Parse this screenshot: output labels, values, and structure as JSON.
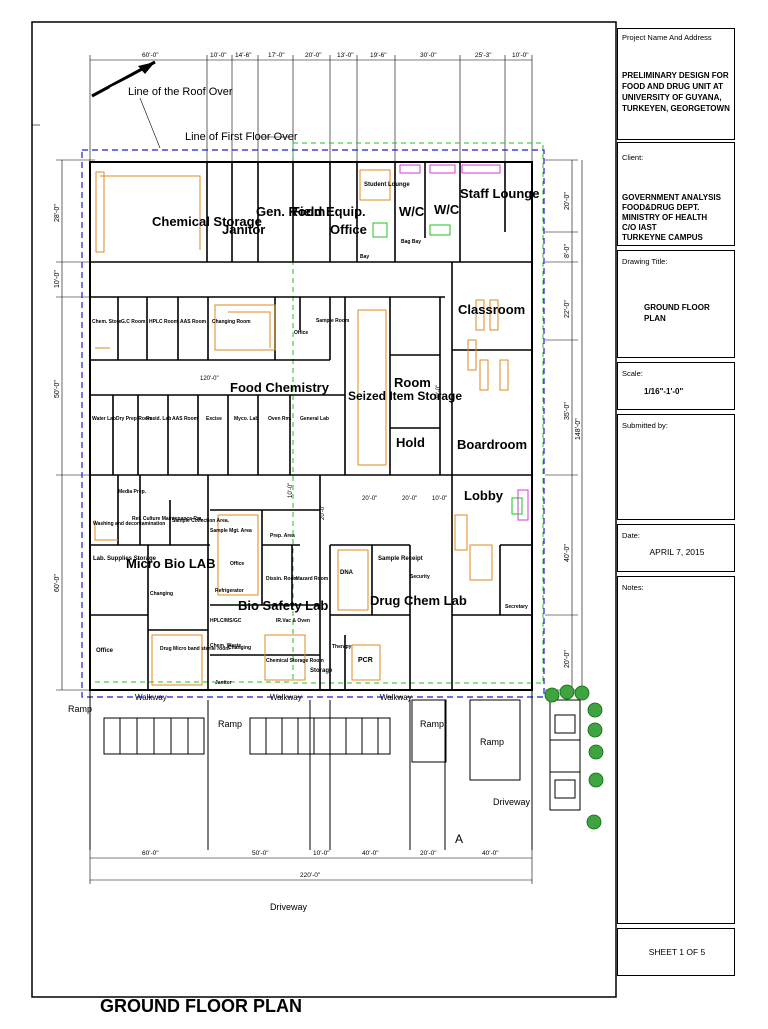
{
  "title_block": {
    "project_label": "Project Name And Address",
    "project_lines": [
      "PRELIMINARY DESIGN FOR",
      "FOOD AND DRUG UNIT AT",
      "UNIVERSITY OF GUYANA,",
      "TURKEYEN, GEORGETOWN"
    ],
    "client_label": "Client:",
    "client_lines": [
      "GOVERNMENT ANALYSIS",
      "FOOD&DRUG DEPT.",
      "MINISTRY OF HEALTH",
      "C/O IAST",
      "TURKEYNE CAMPUS"
    ],
    "drawing_title_label": "Drawing Title:",
    "drawing_title_lines": [
      "GROUND FLOOR",
      "PLAN"
    ],
    "scale_label": "Scale:",
    "scale_value": "1/16\"-1'-0\"",
    "submitted_label": "Submitted by:",
    "date_label": "Date:",
    "date_value": "APRIL 7, 2015",
    "notes_label": "Notes:",
    "sheet_value": "SHEET 1 OF 5"
  },
  "plan": {
    "roof_line_label": "Line of the Roof Over",
    "first_floor_line_label": "Line of First Floor Over",
    "bottom_title": "GROUND FLOOR PLAN",
    "top_dims": [
      "60'-0\"",
      "10'-0\"",
      "14'-6\"",
      "17'-0\"",
      "20'-0\"",
      "13'-0\"",
      "19'-6\"",
      "30'-0\"",
      "25'-3\"",
      "10'-0\""
    ],
    "bottom_dims": [
      "60'-0\"",
      "50'-0\"",
      "10'-0\"",
      "40'-0\"",
      "20'-0\"",
      "40'-0\""
    ],
    "overall_width": "220'-0\"",
    "left_dims": [
      "28'-0\"",
      "10'-0\"",
      "50'-0\"",
      "60'-0\""
    ],
    "right_dims": [
      "20'-0\"",
      "8'-0\"",
      "22'-0\"",
      "35'-0\"",
      "40'-0\"",
      "20'-0\""
    ],
    "overall_depth": "148'-0\"",
    "corridor_dim": "120'-0\"",
    "inner_dims": [
      "20'-0\"",
      "20'-0\"",
      "10'-0\"",
      "20'-0\"",
      "20'-0\"",
      "10'-0\""
    ],
    "driveway_labels": [
      "Driveway",
      "Driveway"
    ],
    "ramp_labels": [
      "Ramp",
      "Ramp",
      "Ramp",
      "Ramp"
    ],
    "walkway_labels": [
      "Walkway",
      "Walkway",
      "Walkway"
    ],
    "section_marker": "A",
    "rooms": {
      "chemical_storage": "Chemical Storage",
      "janitor": "Janitor",
      "gen_room": "Gen. Room",
      "field_equip": "Field Equip.",
      "office": "Office",
      "student_lounge": "Student Lounge",
      "wc1": "W/C",
      "wc2": "W/C",
      "staff_lounge": "Staff Lounge",
      "bay": "Bay",
      "bag_bay": "Bag Bay",
      "classroom": "Classroom",
      "chem_store": "Chem. Store",
      "gc_room": "G.C Room",
      "hplc_room": "HPLC Room",
      "aas_room_top": "AAS Room",
      "changing_room": "Changing Room",
      "office_small": "Office",
      "sample_room": "Sample Room",
      "food_chemistry": "Food Chemistry",
      "water_lab": "Water Lab",
      "dry_prep_room": "Dry Prep Room",
      "resid_lab": "Resid. Lab",
      "aas_room_bottom": "AAS Room",
      "excise": "Excise",
      "myco_lab": "Myco. Lab",
      "oven_rm": "Oven Rm.",
      "general_lab": "General Lab",
      "seized_item_storage": "Seized Item Storage",
      "room": "Room",
      "hold": "Hold",
      "boardroom": "Boardroom",
      "lobby": "Lobby",
      "media_prep": "Media Prep.",
      "ref_culture": "Ref. Culture Maintenance Rm.",
      "sample_collection": "Sample Collection Area.",
      "washing": "Washing and decontamination",
      "sample_mgt": "Sample Mgt. Area",
      "prep_area": "Prep. Area",
      "lab_supplies": "Lab. Supplies Storage",
      "micro_bio_lab": "Micro Bio LAB",
      "changing_micro": "Changing",
      "office_bio": "Office",
      "refrigerator": "Refrigerator",
      "dissin_room": "Dissin. Room",
      "hazard_room": "Hazard Room",
      "hplc_ms": "HPLC/MS/GC",
      "bio_safety_lab": "Bio Safety Lab",
      "ir_vac_oven": "IR.Vac & Oven",
      "chem_waste": "Chem. Waste",
      "changing_bio": "Changing",
      "chem_storage_room": "Chemical Storage Room",
      "office_left": "Office",
      "drug_micro": "Drug Micro band sterile room",
      "janitor_bottom": "Janitor",
      "dna": "DNA",
      "sample_receipt": "Sample Receipt",
      "security": "Security",
      "drug_chem_lab": "Drug Chem Lab",
      "therapy": "Therapy",
      "storage": "Storage",
      "pcr": "PCR",
      "secretary": "Secretary"
    }
  }
}
